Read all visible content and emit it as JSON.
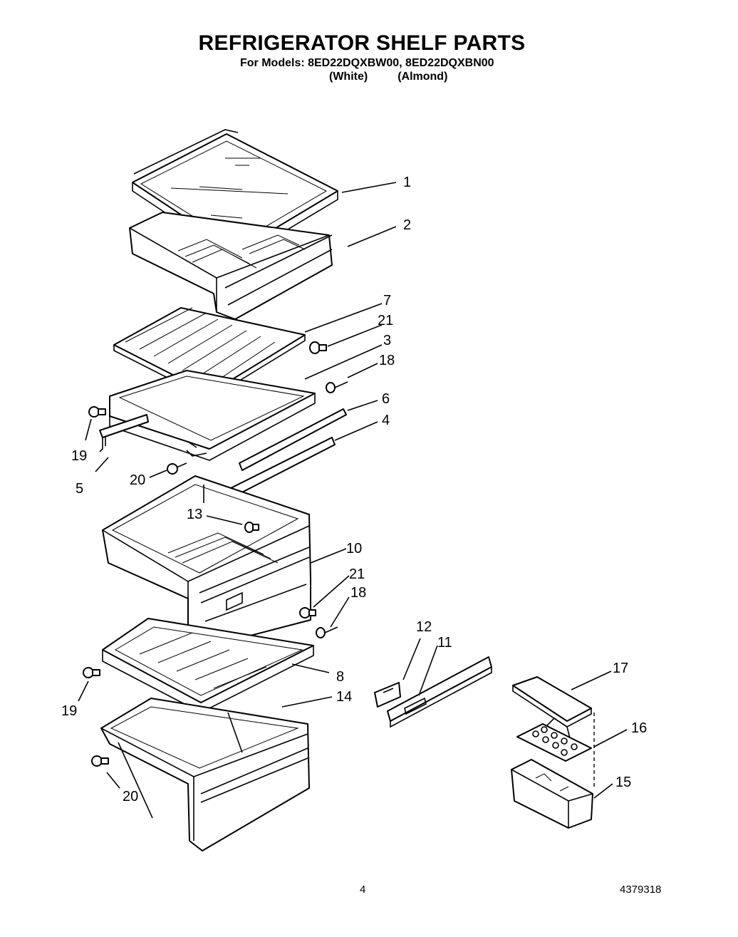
{
  "title": "REFRIGERATOR SHELF PARTS",
  "models_line": "For Models: 8ED22DQXBW00, 8ED22DQXBN00",
  "color_white": "(White)",
  "color_almond": "(Almond)",
  "callouts": {
    "c1": "1",
    "c2": "2",
    "c7": "7",
    "c21a": "21",
    "c3": "3",
    "c18a": "18",
    "c6": "6",
    "c4": "4",
    "c19a": "19",
    "c5": "5",
    "c20a": "20",
    "c13": "13",
    "c10": "10",
    "c21b": "21",
    "c18b": "18",
    "c12": "12",
    "c11": "11",
    "c8": "8",
    "c19b": "19",
    "c14": "14",
    "c17": "17",
    "c16": "16",
    "c15": "15",
    "c20b": "20"
  },
  "page_number": "4",
  "document_number": "4379318"
}
